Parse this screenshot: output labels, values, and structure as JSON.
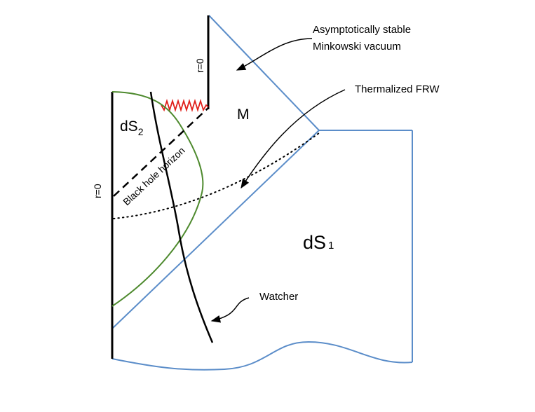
{
  "labels": {
    "r0_top": "r=0",
    "r0_left": "r=0",
    "asymptotic_line1": "Asymptotically stable",
    "asymptotic_line2": "Minkowski vacuum",
    "thermalized": "Thermalized FRW",
    "region_M": "M",
    "ds2_base": "dS",
    "ds2_sub": "2",
    "ds1_base": "dS",
    "ds1_sub": "1",
    "horizon": "Black hole horizon",
    "watcher": "Watcher"
  },
  "colors": {
    "boundary_blue": "#5b8dc9",
    "bubble_green": "#4e8a2e",
    "singularity_red": "#e0201b",
    "ink": "#000000"
  }
}
